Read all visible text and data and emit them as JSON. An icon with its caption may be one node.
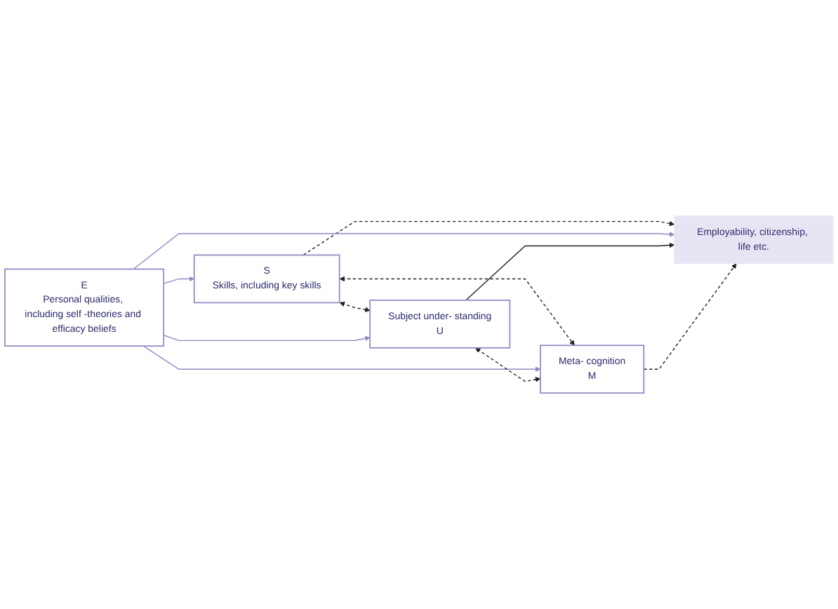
{
  "diagram": {
    "nodes": [
      {
        "text": [
          "E",
          "Personal qualities, including self -theories and efficacy beliefs"
        ]
      },
      {
        "text": [
          "S",
          "Skills, including key skills"
        ]
      },
      {
        "text": [
          "Employability, citizenship, life etc."
        ]
      },
      {
        "text": [
          "Subject under- standing",
          "U"
        ]
      },
      {
        "text": [
          "Meta- cognition",
          "M"
        ]
      }
    ],
    "edges": [
      {
        "from": 0,
        "to": 1,
        "arrow": "to",
        "color": "#8e89c2"
      },
      {
        "from": 1,
        "to": 2,
        "arrow": "to",
        "style": "dashed"
      },
      {
        "from": 0,
        "to": 2,
        "arrow": "to",
        "color": "#8e89c2"
      },
      {
        "from": 1,
        "to": 3,
        "arrow": "both",
        "style": "dashed"
      },
      {
        "from": 1,
        "to": 4,
        "arrow": "both",
        "style": "dashed"
      },
      {
        "from": 0,
        "to": 4,
        "arrow": "to",
        "color": "#8e89c2"
      },
      {
        "from": 0,
        "to": 3,
        "arrow": "to",
        "color": "#8e89c2"
      },
      {
        "from": 3,
        "to": 2,
        "arrow": "to"
      },
      {
        "from": 3,
        "to": 4,
        "arrow": "both",
        "style": "dashed"
      },
      {
        "from": 4,
        "to": 2,
        "arrow": "to",
        "style": "dashed"
      }
    ]
  }
}
